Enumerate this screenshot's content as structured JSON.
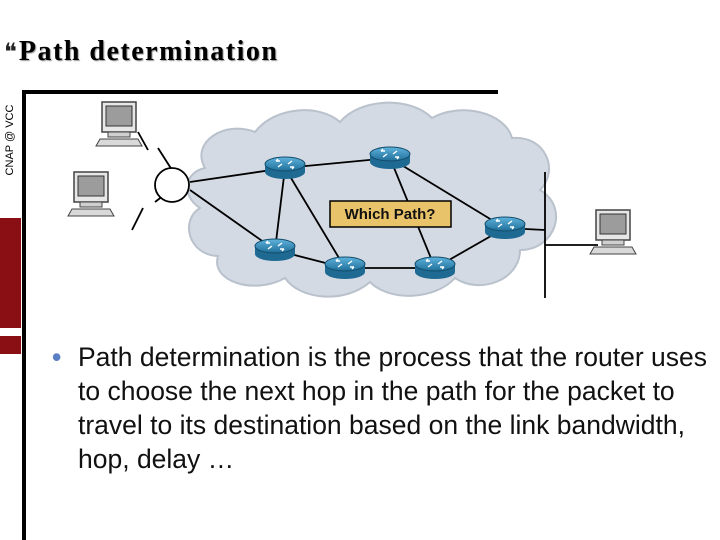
{
  "slide": {
    "title_bullet": "❝",
    "title": "Path determination",
    "side_label": "CNAP @ VCC",
    "diagram": {
      "label": "Which Path?"
    },
    "bullet": "Path determination is the process that the router uses to choose the next hop in the path for the packet to travel to its destination based on the link bandwidth, hop, delay …"
  },
  "colors": {
    "accent_red": "#8a0f14",
    "cloud": "#d4dae3",
    "router": "#2f8fbf",
    "label_box": "#e8c36a",
    "bullet": "#5a7fc4"
  }
}
